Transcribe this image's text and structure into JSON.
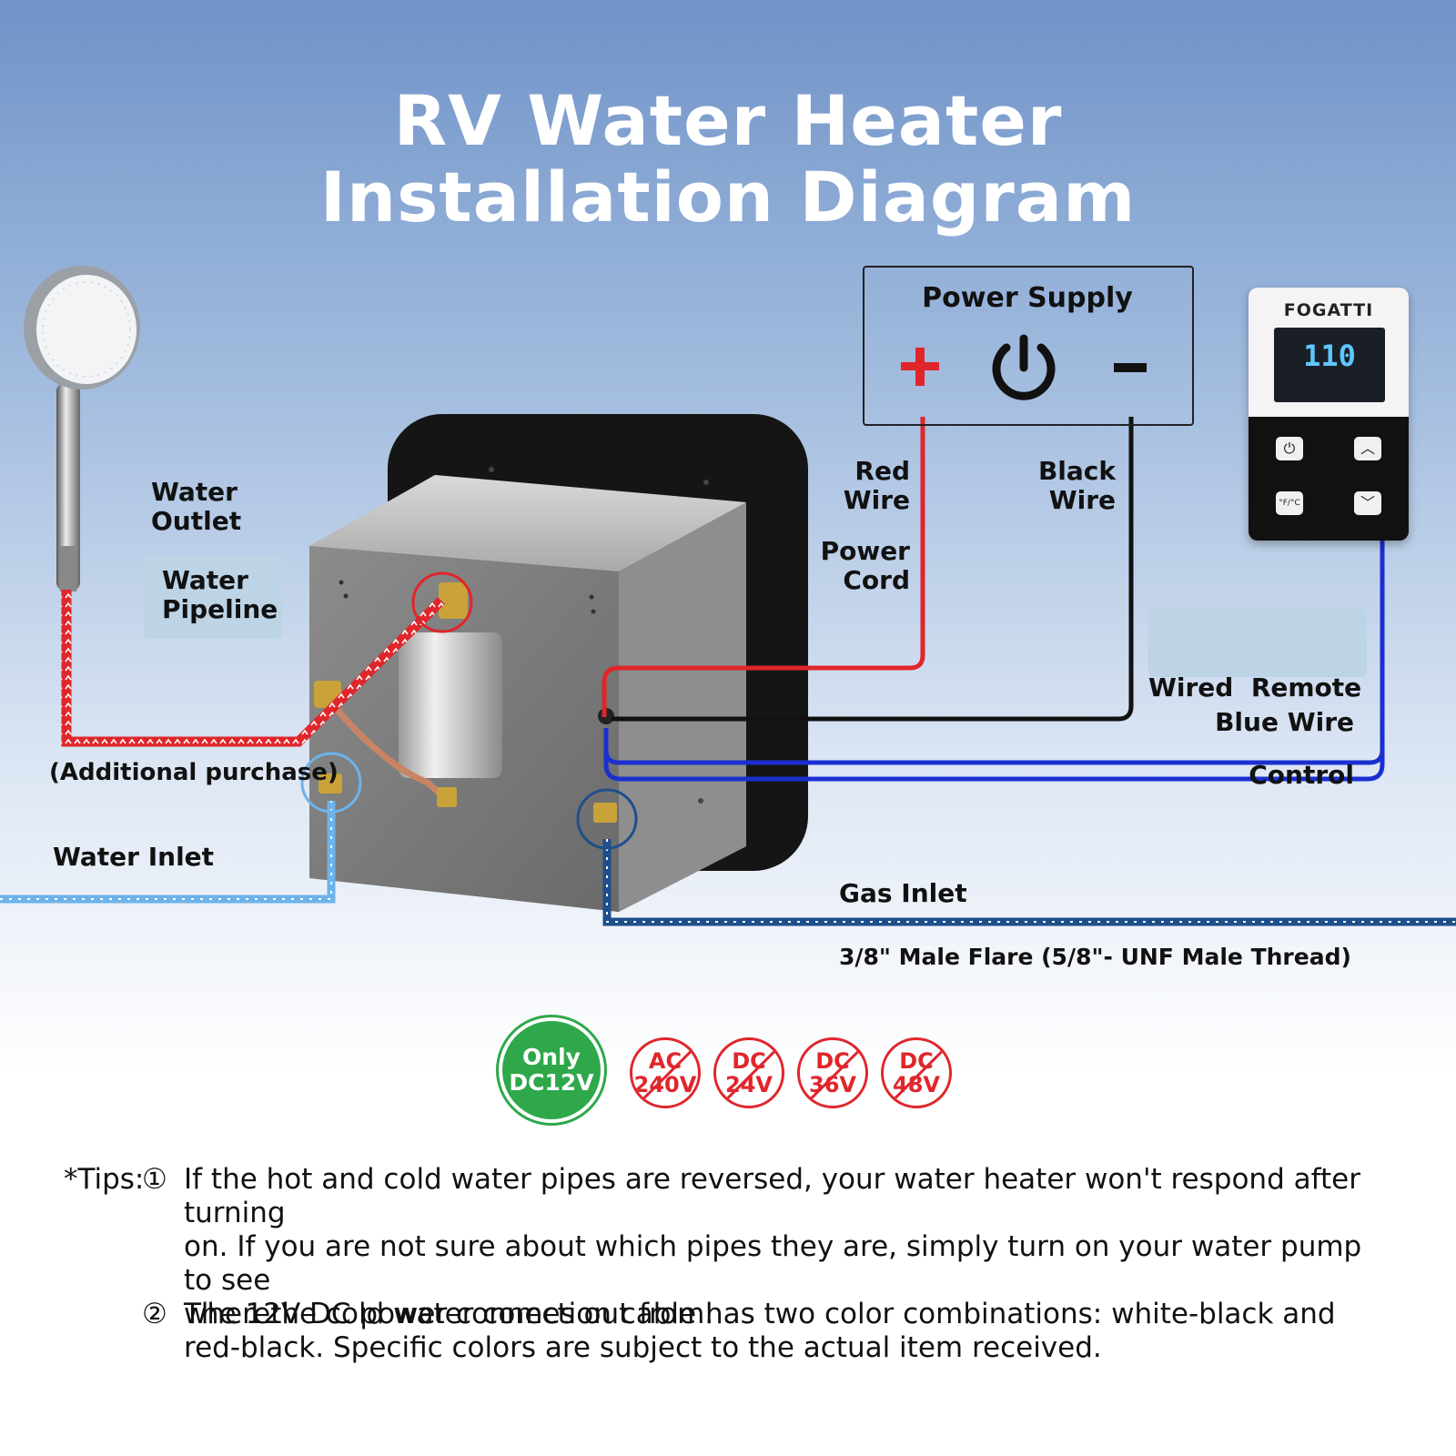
{
  "title": {
    "line1": "RV Water Heater",
    "line2": "Installation Diagram"
  },
  "labels": {
    "water_outlet": [
      "Water",
      "Outlet"
    ],
    "water_pipeline": [
      "Water",
      "Pipeline"
    ],
    "additional_purchase": "(Additional purchase)",
    "water_inlet": "Water Inlet",
    "power_supply": "Power Supply",
    "plus": "+",
    "minus": "-",
    "red_wire": [
      "Red",
      "Wire"
    ],
    "black_wire": [
      "Black",
      "Wire"
    ],
    "power_cord": [
      "Power",
      "Cord"
    ],
    "wired_remote": [
      "Wired  Remote",
      "Control"
    ],
    "blue_wire": "Blue Wire",
    "gas_inlet": "Gas Inlet",
    "gas_spec": "3/8\" Male Flare (5/8\"- UNF Male Thread)"
  },
  "remote": {
    "brand": "FOGATTI",
    "display": "110",
    "unit_btn": "°F/°C"
  },
  "voltage": {
    "ok": [
      "Only",
      "DC12V"
    ],
    "no": [
      {
        "top": "AC",
        "bottom": "240V"
      },
      {
        "top": "DC",
        "bottom": "24V"
      },
      {
        "top": "DC",
        "bottom": "36V"
      },
      {
        "top": "DC",
        "bottom": "48V"
      }
    ]
  },
  "tips": {
    "prefix": "*Tips:",
    "items": [
      {
        "num": "①",
        "lines": [
          "If the hot and cold water pipes are reversed, your water heater won't respond after turning",
          "on. If you are not sure about which pipes they are, simply turn on your water pump to see",
          "wherethe cold water comes out from."
        ]
      },
      {
        "num": "②",
        "lines": [
          "The 12V DC power connection cable has two color combinations: white-black and",
          "red-black. Specific colors are subject to the actual item received."
        ]
      }
    ]
  },
  "colors": {
    "hot_pipe": "#e0262b",
    "cold_pipe": "#6db3ea",
    "gas_pipe": "#1f4f8a",
    "blue_wire": "#1b2fd0",
    "ok_green": "#2ea84a"
  }
}
